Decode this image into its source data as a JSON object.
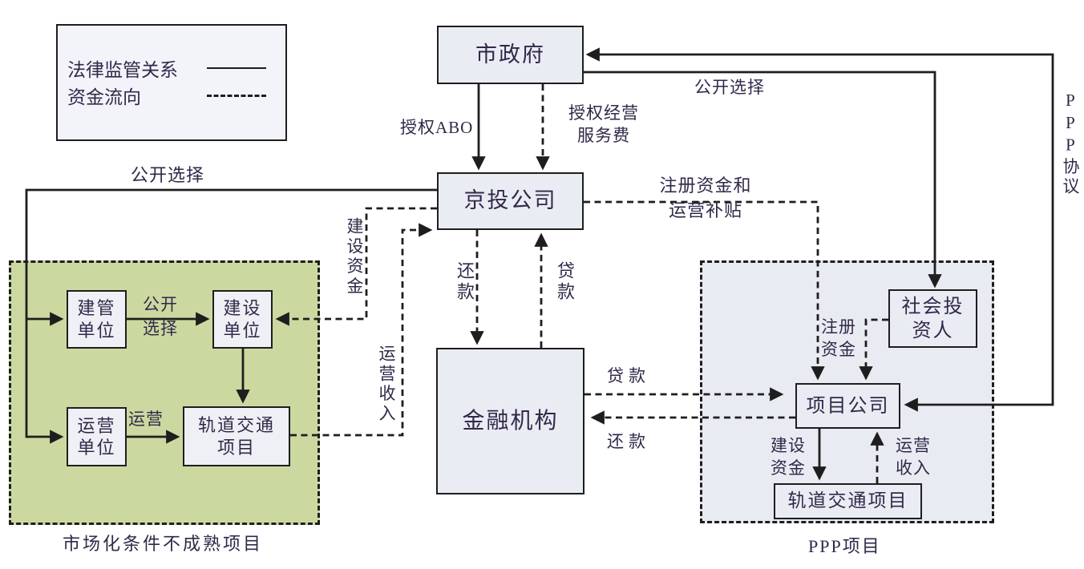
{
  "legend": {
    "solid_label": "法律监管关系",
    "dashed_label": "资金流向"
  },
  "nodes": {
    "city_government": "市政府",
    "jingtou_company": "京投公司",
    "financial_institution": "金融机构",
    "social_investor": [
      "社会投",
      "资人"
    ],
    "project_company": "项目公司",
    "rail_project_right": "轨道交通项目",
    "construction_mgmt_unit": [
      "建管",
      "单位"
    ],
    "construction_unit": [
      "建设",
      "单位"
    ],
    "operation_unit": [
      "运营",
      "单位"
    ],
    "rail_project_left": [
      "轨道交通",
      "项目"
    ]
  },
  "group_labels": {
    "immature_market_projects": "市场化条件不成熟项目",
    "ppp_project": "PPP项目"
  },
  "edge_labels": {
    "open_selection_top": "公开选择",
    "ppp_agreement": "PPP协议",
    "authorize_abo": "授权ABO",
    "authorize_operation_fee": [
      "授权经营",
      "服务费"
    ],
    "open_selection_left": "公开选择",
    "registered_capital_and_subsidy": [
      "注册资金和",
      "运营补贴"
    ],
    "construction_funds_left": "建设资金",
    "repayment_center": "还款",
    "loan_center": "贷款",
    "operating_income_left": "运营收入",
    "loan_right": "贷款",
    "repayment_right": "还款",
    "registered_capital": [
      "注册",
      "资金"
    ],
    "open_selection_mid": [
      "公开",
      "选择"
    ],
    "operation_mid": "运营",
    "construction_funds_right": [
      "建设",
      "资金"
    ],
    "operating_income_right": [
      "运营",
      "收入"
    ]
  },
  "colors": {
    "background": "#ffffff",
    "node_fill": "#eaecf4",
    "green_group_fill": "#cbd9a0",
    "ppp_group_fill": "#e9ebf3",
    "line": "#1e1e1e",
    "text": "#322849"
  }
}
